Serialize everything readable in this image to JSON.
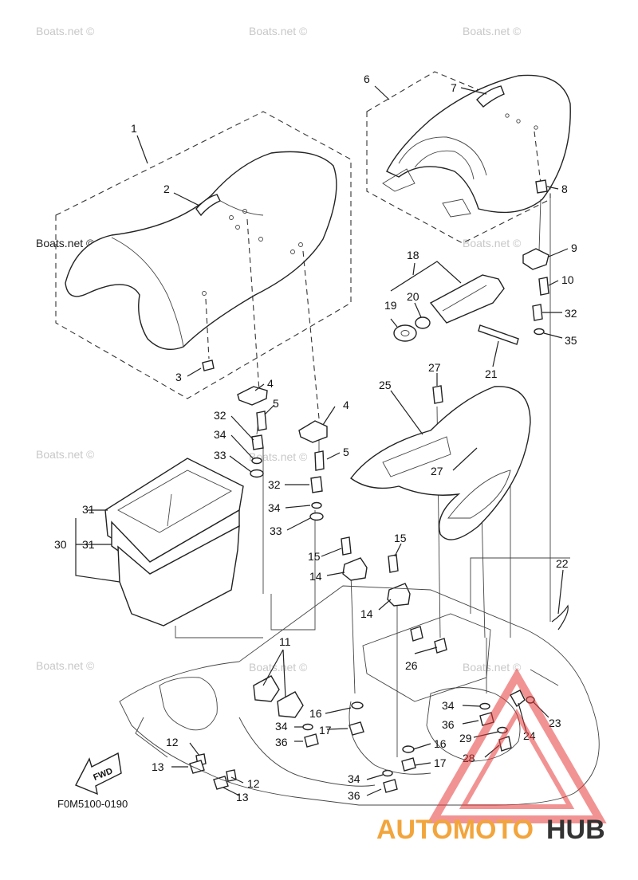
{
  "watermarks": {
    "site": "Boats.net ©"
  },
  "diagram_code": "F0M5100-0190",
  "fwd_label": "FWD",
  "brand": {
    "part1": "AUTOMOTO",
    "part2": "HUB",
    "color1": "#f2a53c",
    "color2": "#333333",
    "triangle_color": "#e83a3a"
  },
  "callouts": {
    "c1": "1",
    "c2": "2",
    "c3": "3",
    "c4a": "4",
    "c4b": "4",
    "c5a": "5",
    "c5b": "5",
    "c6": "6",
    "c7": "7",
    "c8": "8",
    "c9": "9",
    "c10": "10",
    "c11": "11",
    "c12a": "12",
    "c12b": "12",
    "c13a": "13",
    "c13b": "13",
    "c14a": "14",
    "c14b": "14",
    "c15a": "15",
    "c15b": "15",
    "c16a": "16",
    "c16b": "16",
    "c17a": "17",
    "c17b": "17",
    "c18": "18",
    "c19": "19",
    "c20": "20",
    "c21": "21",
    "c22": "22",
    "c23": "23",
    "c24": "24",
    "c25": "25",
    "c26": "26",
    "c27a": "27",
    "c27b": "27",
    "c28": "28",
    "c29": "29",
    "c30": "30",
    "c31a": "31",
    "c31b": "31",
    "c32a": "32",
    "c32b": "32",
    "c32c": "32",
    "c33a": "33",
    "c33b": "33",
    "c34a": "34",
    "c34b": "34",
    "c34c": "34",
    "c34d": "34",
    "c34e": "34",
    "c35": "35",
    "c36a": "36",
    "c36b": "36",
    "c36c": "36"
  }
}
